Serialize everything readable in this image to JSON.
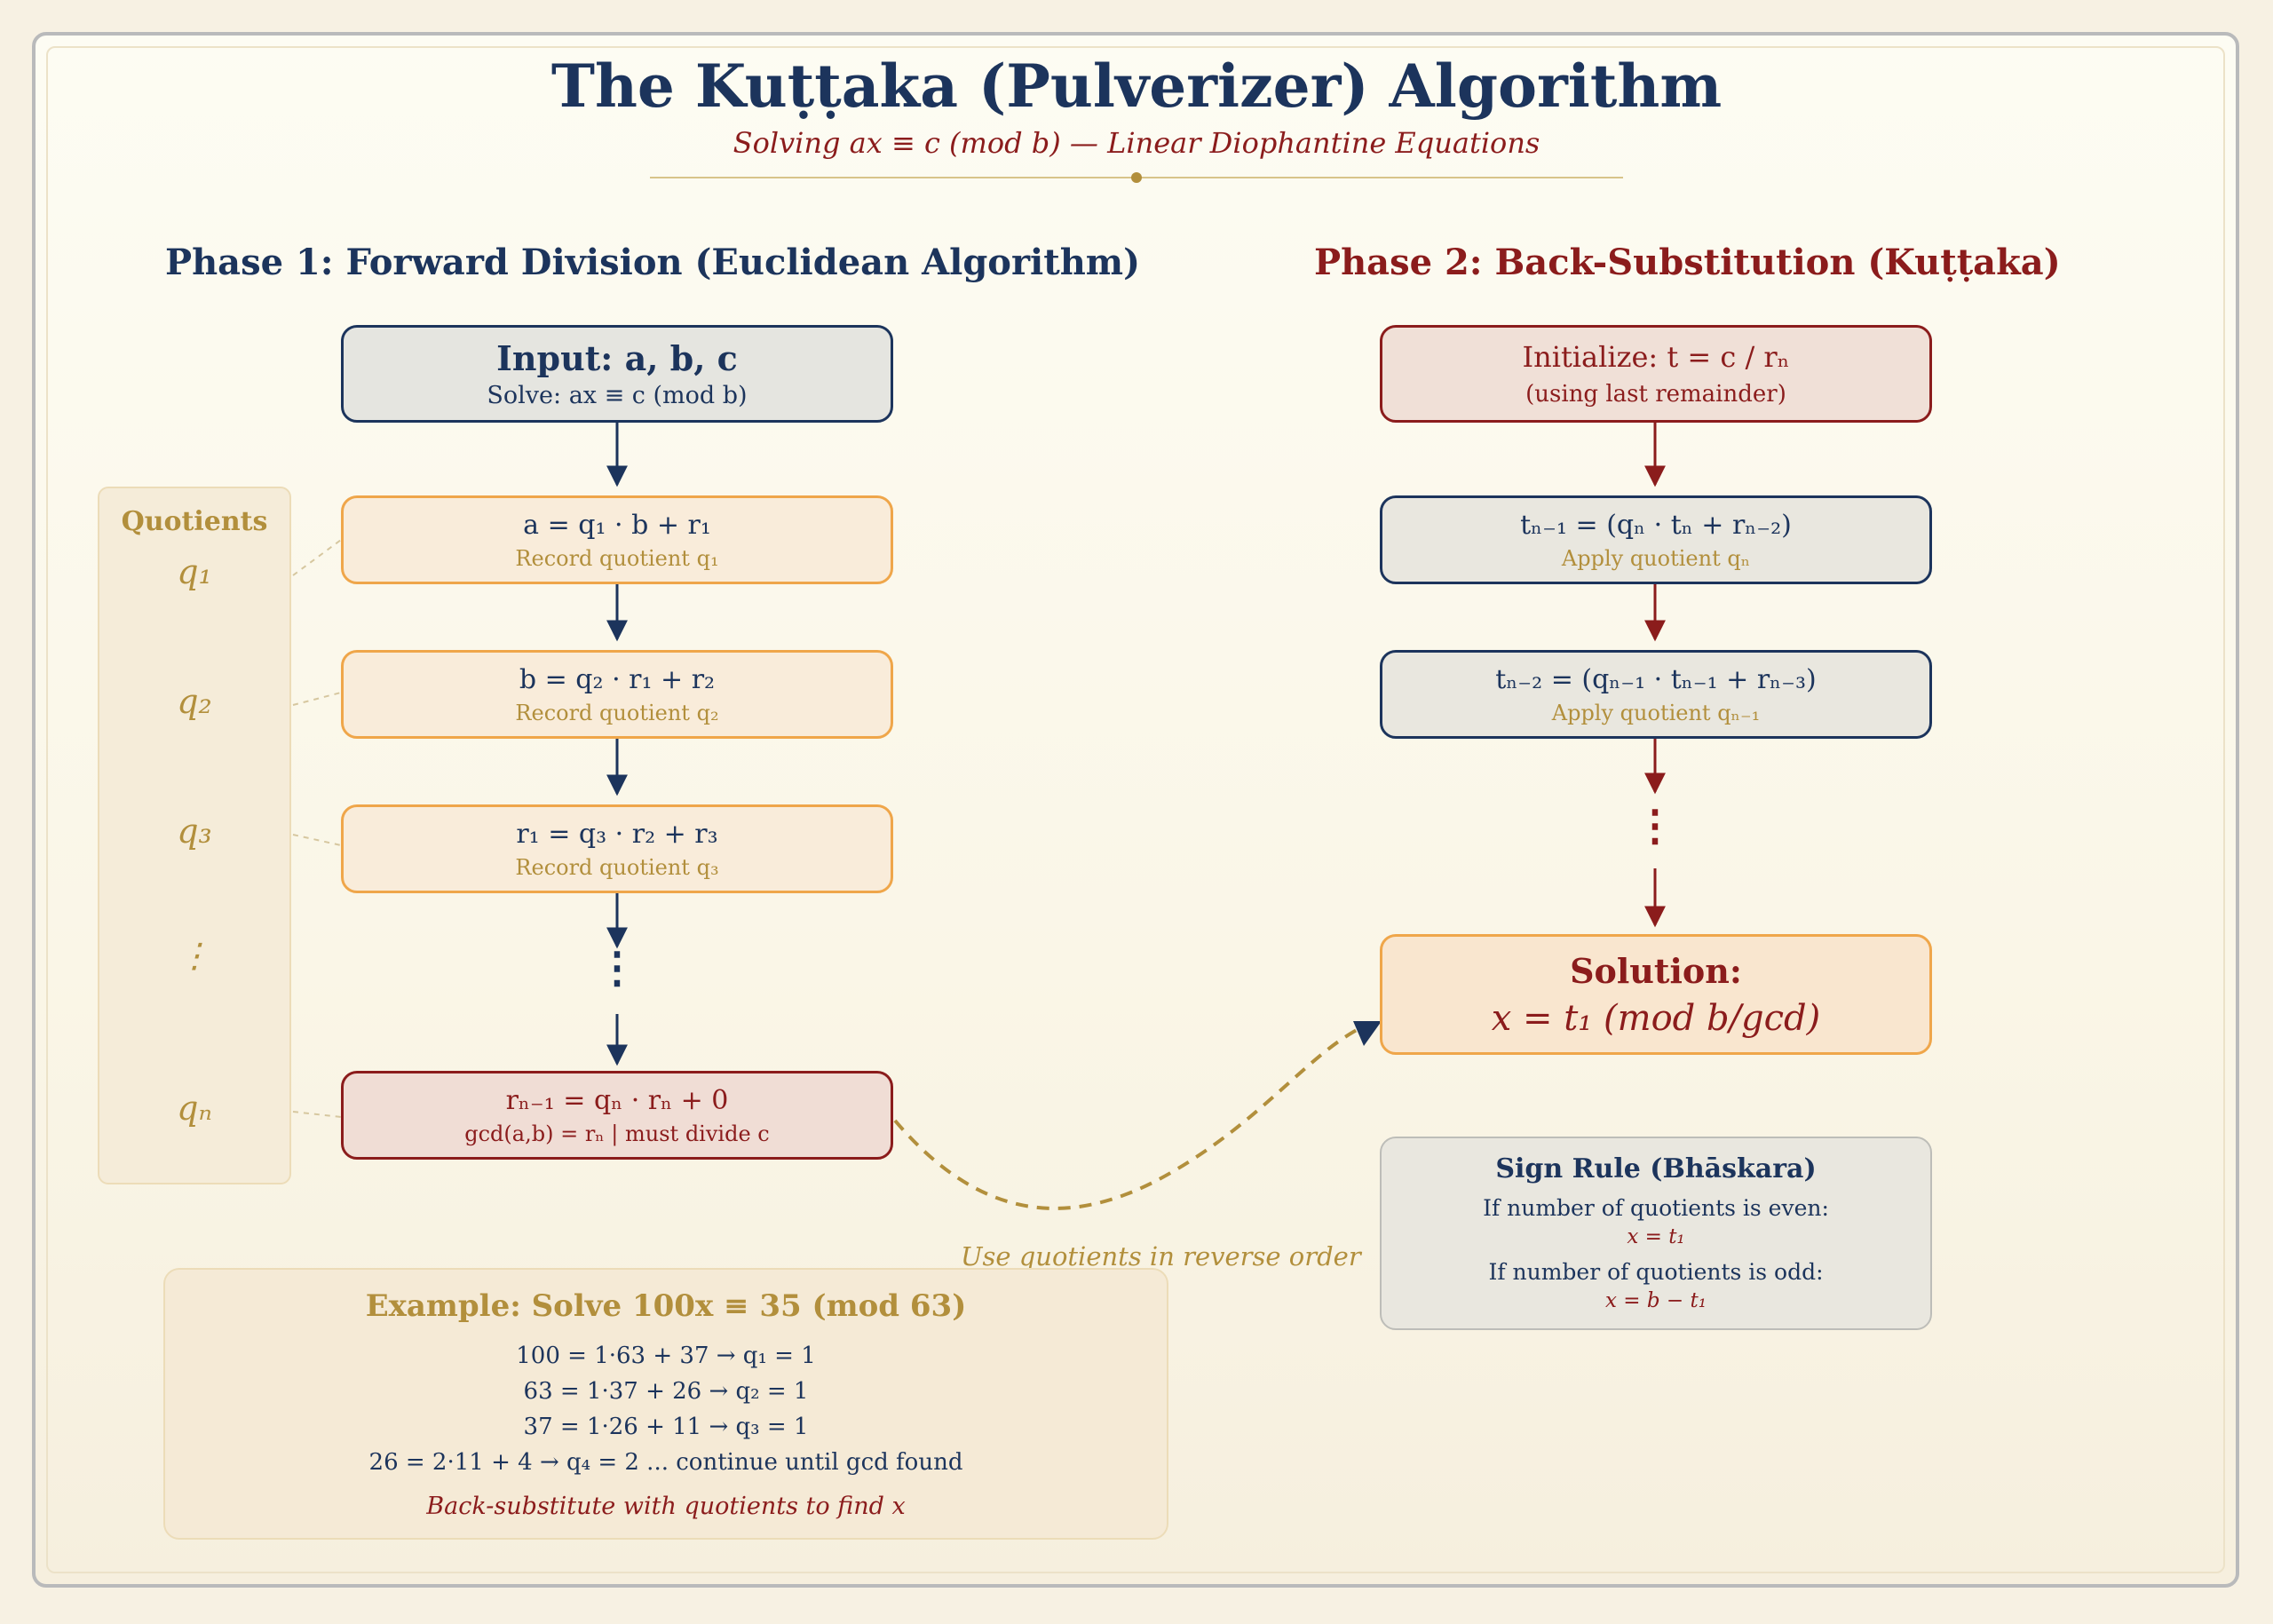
{
  "header": {
    "title": "The Kuṭṭaka (Pulverizer) Algorithm",
    "subtitle": "Solving ax ≡ c (mod b) — Linear Diophantine Equations"
  },
  "phase1": {
    "heading": "Phase 1: Forward Division (Euclidean Algorithm)",
    "input": {
      "title": "Input: a, b, c",
      "sub": "Solve: ax ≡ c (mod b)"
    },
    "steps": [
      {
        "eq": "a = q₁ · b + r₁",
        "note": "Record quotient q₁"
      },
      {
        "eq": "b = q₂ · r₁ + r₂",
        "note": "Record quotient q₂"
      },
      {
        "eq": "r₁ = q₃ · r₂ + r₃",
        "note": "Record quotient q₃"
      }
    ],
    "ellipsis": "⋮",
    "last": {
      "eq": "rₙ₋₁ = qₙ · rₙ + 0",
      "note": "gcd(a,b) = rₙ | must divide c"
    }
  },
  "quotients": {
    "heading": "Quotients",
    "items": [
      "q₁",
      "q₂",
      "q₃",
      "⋮",
      "qₙ"
    ]
  },
  "phase2": {
    "heading": "Phase 2: Back-Substitution (Kuṭṭaka)",
    "init": {
      "title": "Initialize: t = c / rₙ",
      "sub": "(using last remainder)"
    },
    "steps": [
      {
        "eq": "tₙ₋₁ = (qₙ · tₙ + rₙ₋₂)",
        "note": "Apply quotient qₙ"
      },
      {
        "eq": "tₙ₋₂ = (qₙ₋₁ · tₙ₋₁ + rₙ₋₃)",
        "note": "Apply quotient qₙ₋₁"
      }
    ],
    "ellipsis": "⋮",
    "solution": {
      "title": "Solution:",
      "formula": "x = t₁ (mod b/gcd)"
    }
  },
  "connector_label": "Use quotients in reverse order",
  "sign_rule": {
    "title": "Sign Rule (Bhāskara)",
    "even_label": "If number of quotients is even:",
    "even_value": "x = t₁",
    "odd_label": "If number of quotients is odd:",
    "odd_value": "x = b − t₁"
  },
  "example": {
    "title": "Example: Solve 100x ≡ 35 (mod 63)",
    "lines": [
      "100 = 1·63 + 37 → q₁ = 1",
      "63 = 1·37 + 26 → q₂ = 1",
      "37 = 1·26 + 11 → q₃ = 1",
      "26 = 2·11 + 4 → q₄ = 2 ... continue until gcd found"
    ],
    "footer": "Back-substitute with quotients to find x"
  },
  "colors": {
    "navy": "#1c345c",
    "maroon": "#8b1c1c",
    "gold": "#b28f3c",
    "orange": "#efa64a"
  }
}
